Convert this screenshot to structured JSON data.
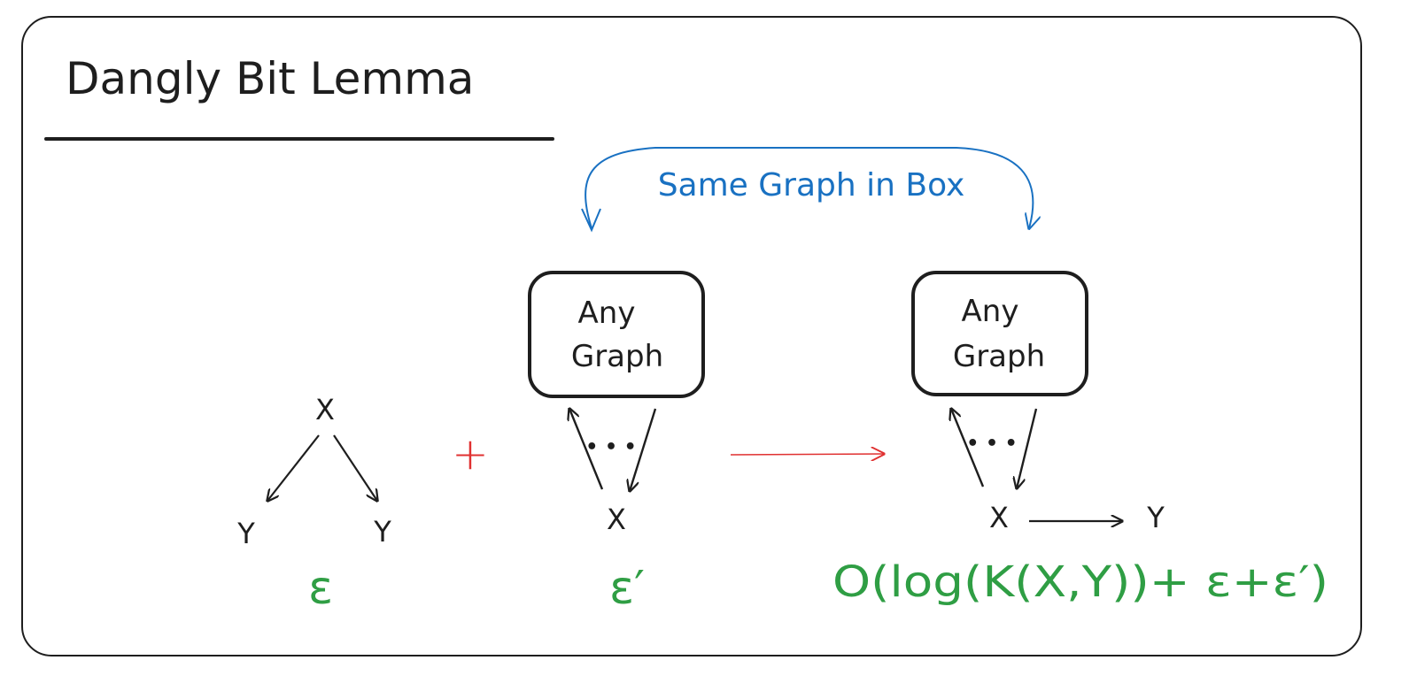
{
  "title": "Dangly Bit Lemma",
  "bracket_label": "Same Graph in Box",
  "boxes": [
    {
      "line1": "Any",
      "line2": "Graph"
    },
    {
      "line1": "Any",
      "line2": "Graph"
    }
  ],
  "fork": {
    "top": "X",
    "left": "Y",
    "right": "Y"
  },
  "plus": "+",
  "middle_node": "X",
  "ellipsis": "• • •",
  "result": {
    "x": "X",
    "y": "Y"
  },
  "formulas": {
    "eps": "ε",
    "eps_prime": "ε′",
    "result": "O(log(K(X,Y))+ ε+ε′)"
  },
  "colors": {
    "ink": "#1e1e1e",
    "blue": "#1971c2",
    "red": "#e03131",
    "green": "#2f9e44"
  }
}
